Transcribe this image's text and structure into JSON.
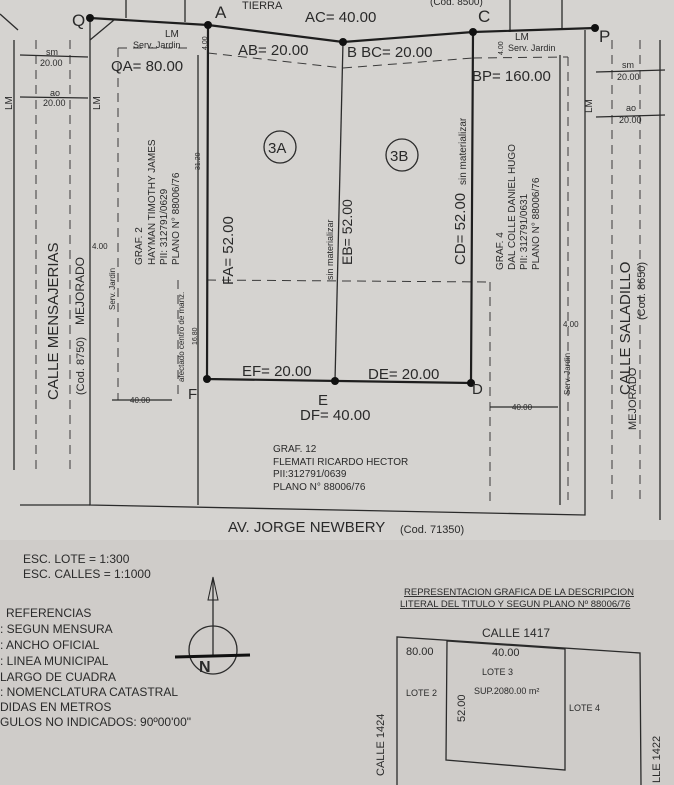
{
  "plan": {
    "top_street": "TIERRA",
    "top_cod": "(Cod. 8500)",
    "ac": "AC= 40.00",
    "ab": "AB= 20.00",
    "bc": "B BC= 20.00",
    "qa": "QA= 80.00",
    "bp": "BP= 160.00",
    "fa": "FA= 52.00",
    "eb": "EB= 52.00",
    "cd": "CD= 52.00",
    "ef": "EF= 20.00",
    "de": "DE= 20.00",
    "df": "DF= 40.00",
    "lot_3a": "3A",
    "lot_3b": "3B",
    "sin_materializar": "sin materializar",
    "points": {
      "q": "Q",
      "a": "A",
      "b": "",
      "c": "C",
      "p": "P",
      "f": "F",
      "e": "E",
      "d": "D"
    },
    "lm": "LM",
    "serv_jardin": "Serv. Jardin",
    "four": "4.00",
    "sm": "sm",
    "ao": "ao",
    "twenty": "20.00",
    "forty": "40.00",
    "d3120": "31.20",
    "d1680": "16.80",
    "afectado": "afectado centro de manz.",
    "left_street": {
      "name": "CALLE MENSAJERIAS",
      "cod": "(Cod. 8750)",
      "state": "MEJORADO"
    },
    "right_street": {
      "name": "CALLE SALADILLO",
      "cod": "(Cod. 8650)",
      "state": "MEJORADO"
    },
    "bottom_street": {
      "name": "AV. JORGE NEWBERY",
      "cod": "(Cod. 71350)"
    },
    "graf2": [
      "GRAF. 2",
      "HAYMAN TIMOTHY JAMES",
      "PII: 312791/0629",
      "PLANO N° 88006/76"
    ],
    "graf4": [
      "GRAF. 4",
      "DAL COLLE DANIEL HUGO",
      "PII:    312791/0631",
      "PLANO N° 88006/76"
    ],
    "graf12": [
      "GRAF. 12",
      "FLEMATI RICARDO HECTOR",
      "PII:312791/0639",
      "PLANO N° 88006/76"
    ]
  },
  "legend": {
    "esc_lote": "ESC. LOTE  = 1:300",
    "esc_calles": "ESC. CALLES   = 1:1000",
    "refs": [
      "REFERENCIAS",
      ": SEGUN MENSURA",
      ": ANCHO OFICIAL",
      ": LINEA MUNICIPAL",
      "  LARGO DE CUADRA",
      ": NOMENCLATURA CATASTRAL",
      "DIDAS EN METROS",
      "GULOS NO INDICADOS: 90º00'00\""
    ],
    "north": "N"
  },
  "inset": {
    "title1": "REPRESENTACION GRAFICA DE LA DESCRIPCION",
    "title2": "LITERAL DEL TITULO Y SEGUN PLANO Nº 88006/76",
    "calle_top": "CALLE 1417",
    "calle_left": "CALLE 1424",
    "calle_right": "LLE 1422",
    "w80": "80.00",
    "w40": "40.00",
    "h52": "52.00",
    "lote3": "LOTE 3",
    "sup": "SUP.2080.00 m²",
    "lote2": "LOTE 2",
    "lote4": "LOTE 4"
  }
}
